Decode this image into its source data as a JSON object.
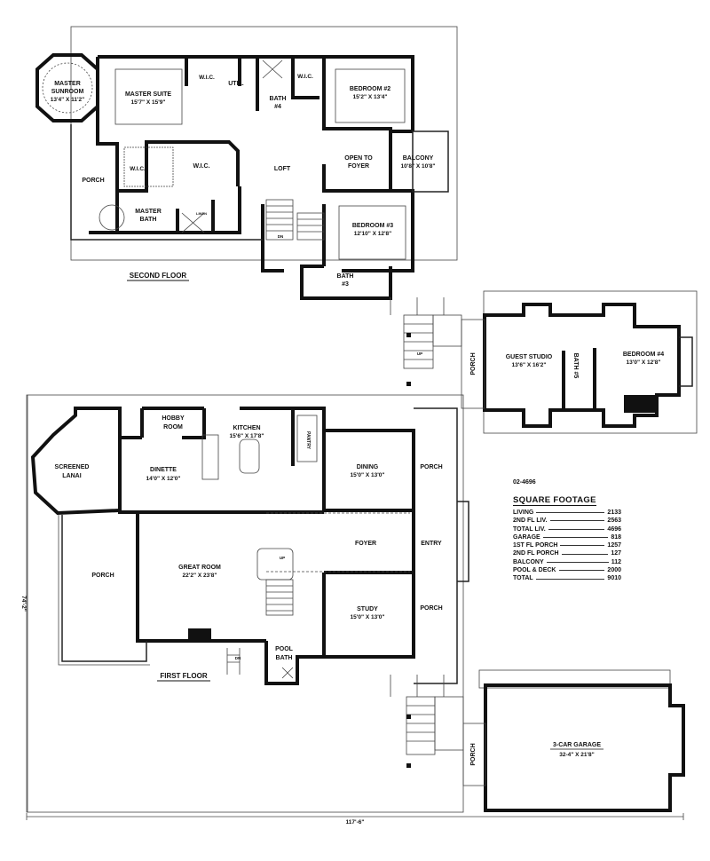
{
  "plan_code": "02-4696",
  "second_floor": {
    "title": "SECOND FLOOR",
    "rooms": {
      "master_sunroom": {
        "name": "MASTER",
        "name2": "SUNROOM",
        "size": "13'4\" X 11'2\""
      },
      "master_suite": {
        "name": "MASTER SUITE",
        "size": "15'7\" X 15'9\""
      },
      "wic_1": {
        "name": "W.I.C."
      },
      "util": {
        "name": "UTIL."
      },
      "bath4": {
        "name": "BATH",
        "name2": "#4"
      },
      "wic_2": {
        "name": "W.I.C."
      },
      "bedroom2": {
        "name": "BEDROOM #2",
        "size": "15'2\" X 13'4\""
      },
      "porch": {
        "name": "PORCH"
      },
      "wic_3": {
        "name": "W.I.C."
      },
      "wic_4": {
        "name": "W.I.C."
      },
      "loft": {
        "name": "LOFT"
      },
      "open_to_foyer": {
        "name": "OPEN TO",
        "name2": "FOYER"
      },
      "balcony": {
        "name": "BALCONY",
        "size": "10'8\" X 10'8\""
      },
      "master_bath": {
        "name": "MASTER",
        "name2": "BATH"
      },
      "linen": {
        "name": "LINEN"
      },
      "bedroom3": {
        "name": "BEDROOM #3",
        "size": "12'10\" X 12'8\""
      },
      "bath3": {
        "name": "BATH",
        "name2": "#3"
      },
      "stair_dn": "DN"
    }
  },
  "guest_wing": {
    "rooms": {
      "porch": {
        "name": "PORCH"
      },
      "guest_studio": {
        "name": "GUEST STUDIO",
        "size": "13'6\" X 16'2\""
      },
      "bath5": {
        "name": "BATH #5"
      },
      "bedroom4": {
        "name": "BEDROOM #4",
        "size": "13'0\" X 12'8\""
      }
    },
    "stair_up": "UP"
  },
  "first_floor": {
    "title": "FIRST FLOOR",
    "rooms": {
      "hobby_room": {
        "name": "HOBBY",
        "name2": "ROOM"
      },
      "kitchen": {
        "name": "KITCHEN",
        "size": "15'6\" X 17'8\""
      },
      "pantry": {
        "name": "PANTRY"
      },
      "screened_lanai": {
        "name": "SCREENED",
        "name2": "LANAI"
      },
      "dinette": {
        "name": "DINETTE",
        "size": "14'0\" X 12'0\""
      },
      "dining": {
        "name": "DINING",
        "size": "15'0\" X 13'0\""
      },
      "porch_right_top": {
        "name": "PORCH"
      },
      "foyer": {
        "name": "FOYER"
      },
      "entry": {
        "name": "ENTRY"
      },
      "porch_left": {
        "name": "PORCH"
      },
      "great_room": {
        "name": "GREAT ROOM",
        "size": "22'2\" X 23'8\""
      },
      "study": {
        "name": "STUDY",
        "size": "15'0\" X 13'0\""
      },
      "porch_right_bottom": {
        "name": "PORCH"
      },
      "pool_bath": {
        "name": "POOL",
        "name2": "BATH"
      },
      "stair_up": "UP",
      "stair_dn": "DN"
    }
  },
  "garage_wing": {
    "rooms": {
      "porch": {
        "name": "PORCH"
      },
      "garage": {
        "name": "3-CAR GARAGE",
        "size": "32-4\" X 21'8\""
      }
    }
  },
  "dimensions": {
    "width": "117'-6\"",
    "depth": "74'-2\""
  },
  "square_footage": {
    "title": "SQUARE FOOTAGE",
    "rows": [
      {
        "label": "LIVING",
        "value": "2133"
      },
      {
        "label": "2ND FL LIV.",
        "value": "2563"
      },
      {
        "label": "TOTAL LIV.",
        "value": "4696"
      },
      {
        "label": "GARAGE",
        "value": "818"
      },
      {
        "label": "1ST FL PORCH",
        "value": "1257"
      },
      {
        "label": "2ND FL PORCH",
        "value": "127"
      },
      {
        "label": "BALCONY",
        "value": "112"
      },
      {
        "label": "POOL & DECK",
        "value": "2000"
      },
      {
        "label": "TOTAL",
        "value": "9010"
      }
    ]
  }
}
